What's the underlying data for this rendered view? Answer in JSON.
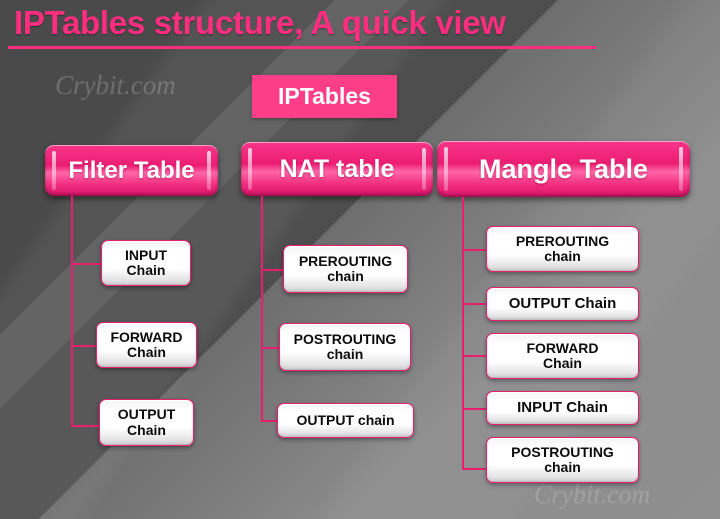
{
  "slide": {
    "title": "IPTables structure, A quick view",
    "watermark_top": "Crybit.com",
    "watermark_bottom": "Crybit.com",
    "root_label": "IPTables",
    "accent_color": "#e81e6f",
    "title_color": "#fc2e7f",
    "chain_text_color": "#0b0b0b"
  },
  "tables": [
    {
      "id": "filter",
      "header": "Filter Table",
      "chains": [
        {
          "line1": "INPUT",
          "line2": "Chain"
        },
        {
          "line1": "FORWARD",
          "line2": "Chain"
        },
        {
          "line1": "OUTPUT",
          "line2": "Chain"
        }
      ]
    },
    {
      "id": "nat",
      "header": "NAT table",
      "chains": [
        {
          "line1": "PREROUTING",
          "line2": "chain"
        },
        {
          "line1": "POSTROUTING",
          "line2": "chain"
        },
        {
          "line1": "OUTPUT chain",
          "line2": ""
        }
      ]
    },
    {
      "id": "mangle",
      "header": "Mangle Table",
      "chains": [
        {
          "line1": "PREROUTING",
          "line2": "chain"
        },
        {
          "line1": "OUTPUT Chain",
          "line2": ""
        },
        {
          "line1": "FORWARD",
          "line2": "Chain"
        },
        {
          "line1": "INPUT Chain",
          "line2": ""
        },
        {
          "line1": "POSTROUTING",
          "line2": "chain"
        }
      ]
    }
  ]
}
